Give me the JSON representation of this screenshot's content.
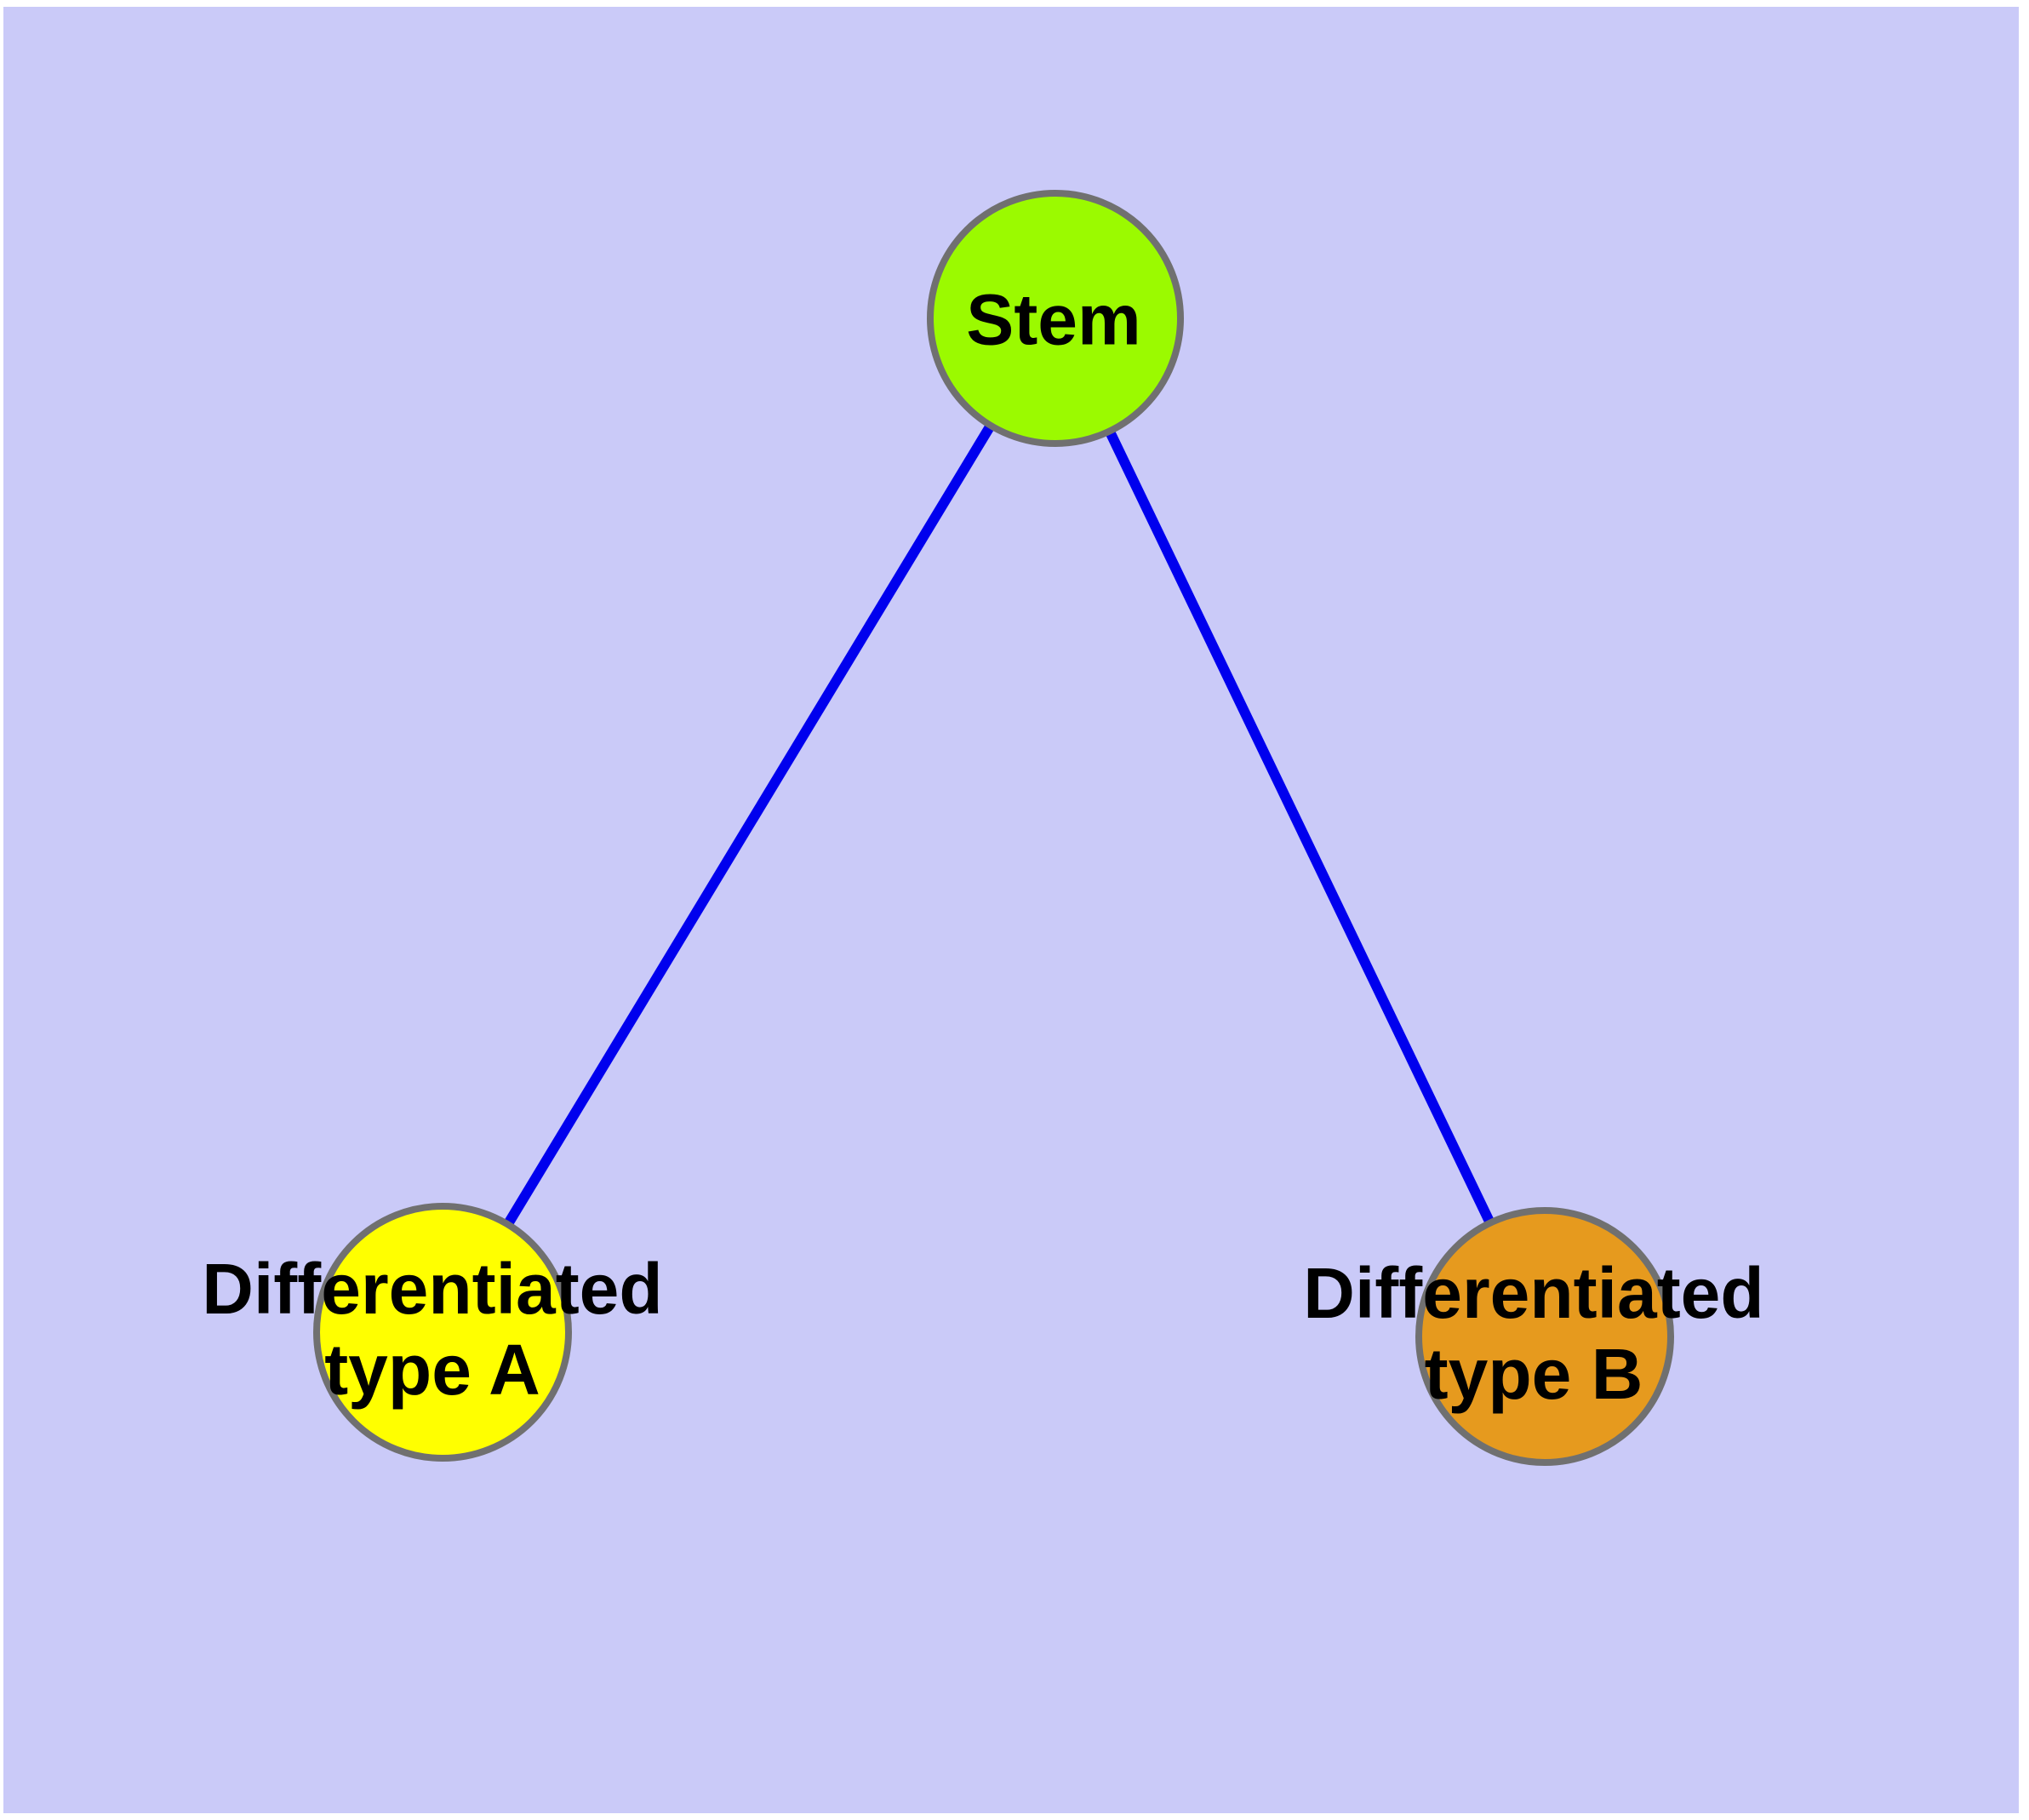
{
  "canvas": {
    "background_color": "#CACAF8",
    "frame_color": "#FFFFFF"
  },
  "diagram": {
    "type": "graph",
    "description_colors": {
      "edge_color": "#0000EE",
      "node_border_color": "#707070",
      "label_color": "#000000"
    },
    "nodes": [
      {
        "id": "stem",
        "label": "Stem",
        "label_lines": [
          "Stem"
        ],
        "fill": "#9BFA00"
      },
      {
        "id": "differentiated-type-a",
        "label": "Differentiated type A",
        "label_lines": [
          "Differentiated",
          "type A"
        ],
        "fill": "#FFFF00"
      },
      {
        "id": "differentiated-type-b",
        "label": "Differentiated type B",
        "label_lines": [
          "Differentiated",
          "type B"
        ],
        "fill": "#E69A1E"
      }
    ],
    "edges": [
      {
        "from": "stem",
        "to": "differentiated-type-a",
        "color": "#0000EE"
      },
      {
        "from": "stem",
        "to": "differentiated-type-b",
        "color": "#0000EE"
      }
    ]
  }
}
